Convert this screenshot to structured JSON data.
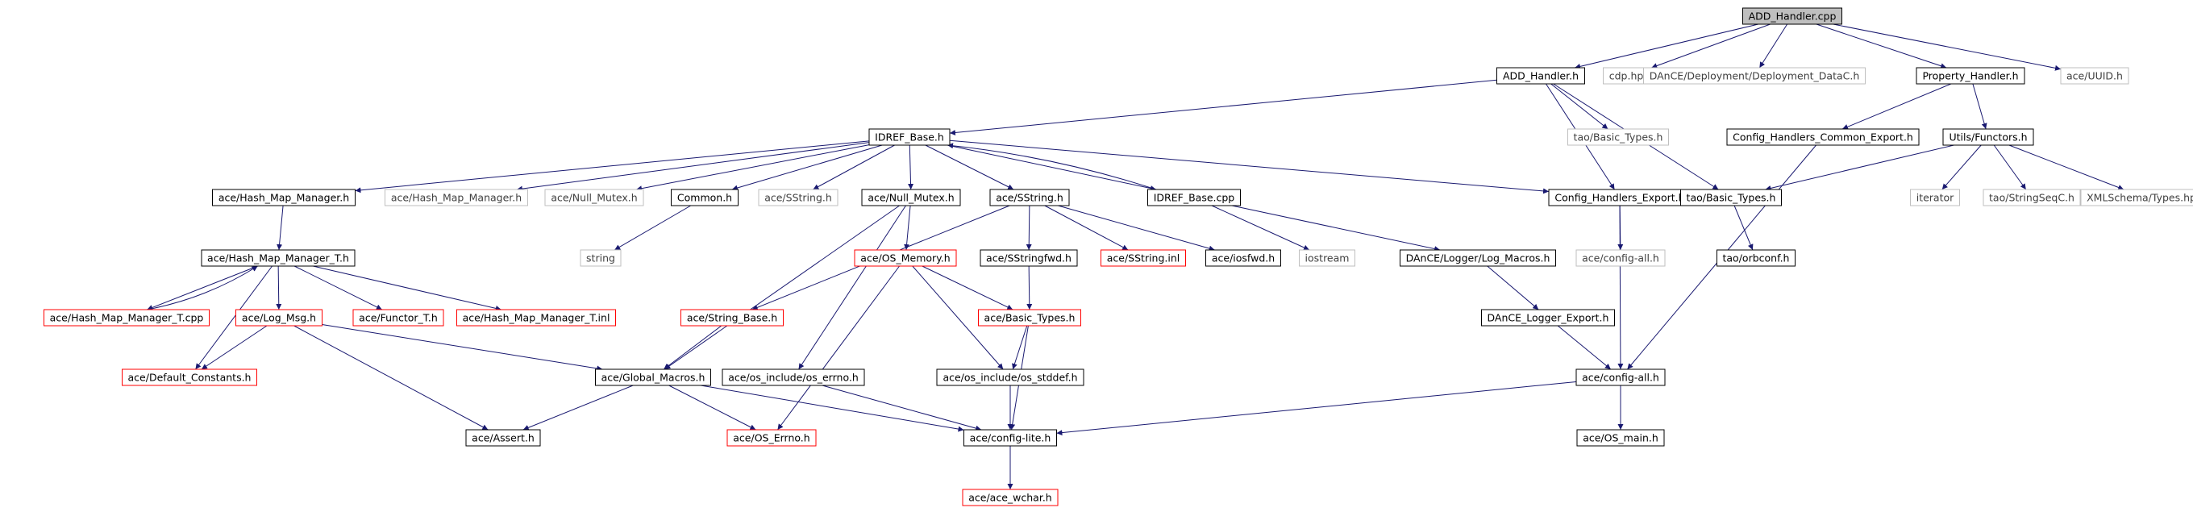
{
  "colors": {
    "background": "#ffffff",
    "edge": "#191970",
    "border_normal": "#000000",
    "border_missing": "#bfbfbf",
    "border_truncated": "#ff0000",
    "root_fill": "#bfbfbf",
    "text": "#000000",
    "text_missing": "#404040"
  },
  "graph": {
    "nodes": [
      {
        "id": "root",
        "label": "ADD_Handler.cpp",
        "style": "root"
      },
      {
        "id": "addh",
        "label": "ADD_Handler.h",
        "style": "normal"
      },
      {
        "id": "cdp",
        "label": "cdp.hpp",
        "style": "missing"
      },
      {
        "id": "depdata",
        "label": "DAnCE/Deployment/Deployment_DataC.h",
        "style": "missing"
      },
      {
        "id": "proph",
        "label": "Property_Handler.h",
        "style": "normal"
      },
      {
        "id": "uuid",
        "label": "ace/UUID.h",
        "style": "missing"
      },
      {
        "id": "idrefb",
        "label": "IDREF_Base.h",
        "style": "normal"
      },
      {
        "id": "taobt1",
        "label": "tao/Basic_Types.h",
        "style": "missing"
      },
      {
        "id": "chce",
        "label": "Config_Handlers_Common_Export.h",
        "style": "normal"
      },
      {
        "id": "utilsf",
        "label": "Utils/Functors.h",
        "style": "normal"
      },
      {
        "id": "hmm",
        "label": "ace/Hash_Map_Manager.h",
        "style": "normal"
      },
      {
        "id": "hmm2",
        "label": "ace/Hash_Map_Manager.h",
        "style": "missing"
      },
      {
        "id": "nullm1",
        "label": "ace/Null_Mutex.h",
        "style": "missing"
      },
      {
        "id": "common",
        "label": "Common.h",
        "style": "normal"
      },
      {
        "id": "sstr1",
        "label": "ace/SString.h",
        "style": "missing"
      },
      {
        "id": "nullm2",
        "label": "ace/Null_Mutex.h",
        "style": "normal"
      },
      {
        "id": "sstr2",
        "label": "ace/SString.h",
        "style": "normal"
      },
      {
        "id": "idrefcpp",
        "label": "IDREF_Base.cpp",
        "style": "normal"
      },
      {
        "id": "chexp",
        "label": "Config_Handlers_Export.h",
        "style": "normal"
      },
      {
        "id": "taobt2",
        "label": "tao/Basic_Types.h",
        "style": "normal"
      },
      {
        "id": "iterator",
        "label": "iterator",
        "style": "missing"
      },
      {
        "id": "strseq",
        "label": "tao/StringSeqC.h",
        "style": "missing"
      },
      {
        "id": "xmltypes",
        "label": "XMLSchema/Types.hpp",
        "style": "missing"
      },
      {
        "id": "hmmt",
        "label": "ace/Hash_Map_Manager_T.h",
        "style": "normal"
      },
      {
        "id": "string",
        "label": "string",
        "style": "missing"
      },
      {
        "id": "osmem",
        "label": "ace/OS_Memory.h",
        "style": "truncated"
      },
      {
        "id": "sstrfwd",
        "label": "ace/SStringfwd.h",
        "style": "normal"
      },
      {
        "id": "sstrinl",
        "label": "ace/SString.inl",
        "style": "truncated"
      },
      {
        "id": "iosfwd",
        "label": "ace/iosfwd.h",
        "style": "normal"
      },
      {
        "id": "iostream",
        "label": "iostream",
        "style": "missing"
      },
      {
        "id": "logmac",
        "label": "DAnCE/Logger/Log_Macros.h",
        "style": "normal"
      },
      {
        "id": "cfgall1",
        "label": "ace/config-all.h",
        "style": "missing"
      },
      {
        "id": "orbconf",
        "label": "tao/orbconf.h",
        "style": "normal"
      },
      {
        "id": "hmmtcpp",
        "label": "ace/Hash_Map_Manager_T.cpp",
        "style": "truncated"
      },
      {
        "id": "logmsg",
        "label": "ace/Log_Msg.h",
        "style": "truncated"
      },
      {
        "id": "functor",
        "label": "ace/Functor_T.h",
        "style": "truncated"
      },
      {
        "id": "hmmtinl",
        "label": "ace/Hash_Map_Manager_T.inl",
        "style": "truncated"
      },
      {
        "id": "strbase",
        "label": "ace/String_Base.h",
        "style": "truncated"
      },
      {
        "id": "basictypes",
        "label": "ace/Basic_Types.h",
        "style": "truncated"
      },
      {
        "id": "dancelogexp",
        "label": "DAnCE_Logger_Export.h",
        "style": "normal"
      },
      {
        "id": "defconst",
        "label": "ace/Default_Constants.h",
        "style": "truncated"
      },
      {
        "id": "globmac",
        "label": "ace/Global_Macros.h",
        "style": "normal"
      },
      {
        "id": "oserrno",
        "label": "ace/os_include/os_errno.h",
        "style": "normal"
      },
      {
        "id": "osstddef",
        "label": "ace/os_include/os_stddef.h",
        "style": "normal"
      },
      {
        "id": "cfgall2",
        "label": "ace/config-all.h",
        "style": "normal"
      },
      {
        "id": "assert",
        "label": "ace/Assert.h",
        "style": "normal"
      },
      {
        "id": "oserrno2",
        "label": "ace/OS_Errno.h",
        "style": "truncated"
      },
      {
        "id": "cfglite",
        "label": "ace/config-lite.h",
        "style": "normal"
      },
      {
        "id": "osmain",
        "label": "ace/OS_main.h",
        "style": "normal"
      },
      {
        "id": "wchar",
        "label": "ace/ace_wchar.h",
        "style": "truncated"
      }
    ],
    "edges": [
      {
        "from": "root",
        "to": "addh"
      },
      {
        "from": "root",
        "to": "cdp"
      },
      {
        "from": "root",
        "to": "depdata"
      },
      {
        "from": "root",
        "to": "proph"
      },
      {
        "from": "root",
        "to": "uuid"
      },
      {
        "from": "addh",
        "to": "idrefb"
      },
      {
        "from": "addh",
        "to": "taobt1"
      },
      {
        "from": "addh",
        "to": "chexp"
      },
      {
        "from": "addh",
        "to": "taobt2"
      },
      {
        "from": "proph",
        "to": "chce"
      },
      {
        "from": "proph",
        "to": "utilsf"
      },
      {
        "from": "idrefb",
        "to": "hmm"
      },
      {
        "from": "idrefb",
        "to": "hmm2"
      },
      {
        "from": "idrefb",
        "to": "nullm1"
      },
      {
        "from": "idrefb",
        "to": "common"
      },
      {
        "from": "idrefb",
        "to": "sstr1"
      },
      {
        "from": "idrefb",
        "to": "nullm2"
      },
      {
        "from": "idrefb",
        "to": "sstr2"
      },
      {
        "from": "idrefb",
        "to": "idrefcpp"
      },
      {
        "from": "idrefcpp",
        "to": "idrefb"
      },
      {
        "from": "idrefb",
        "to": "chexp"
      },
      {
        "from": "utilsf",
        "to": "taobt2"
      },
      {
        "from": "utilsf",
        "to": "iterator"
      },
      {
        "from": "utilsf",
        "to": "strseq"
      },
      {
        "from": "utilsf",
        "to": "xmltypes"
      },
      {
        "from": "chce",
        "to": "cfgall2"
      },
      {
        "from": "hmm",
        "to": "hmmt"
      },
      {
        "from": "common",
        "to": "string"
      },
      {
        "from": "nullm2",
        "to": "osmem"
      },
      {
        "from": "nullm2",
        "to": "globmac"
      },
      {
        "from": "nullm2",
        "to": "oserrno"
      },
      {
        "from": "sstr2",
        "to": "sstrfwd"
      },
      {
        "from": "sstr2",
        "to": "sstrinl"
      },
      {
        "from": "sstr2",
        "to": "iosfwd"
      },
      {
        "from": "sstr2",
        "to": "strbase"
      },
      {
        "from": "idrefcpp",
        "to": "iostream"
      },
      {
        "from": "idrefcpp",
        "to": "logmac"
      },
      {
        "from": "chexp",
        "to": "cfgall1"
      },
      {
        "from": "chexp",
        "to": "cfgall2"
      },
      {
        "from": "taobt2",
        "to": "orbconf"
      },
      {
        "from": "hmmt",
        "to": "hmmtcpp"
      },
      {
        "from": "hmmtcpp",
        "to": "hmmt"
      },
      {
        "from": "hmmt",
        "to": "logmsg"
      },
      {
        "from": "hmmt",
        "to": "functor"
      },
      {
        "from": "hmmt",
        "to": "hmmtinl"
      },
      {
        "from": "hmmt",
        "to": "defconst"
      },
      {
        "from": "osmem",
        "to": "basictypes"
      },
      {
        "from": "osmem",
        "to": "osstddef"
      },
      {
        "from": "osmem",
        "to": "oserrno2"
      },
      {
        "from": "sstrfwd",
        "to": "basictypes"
      },
      {
        "from": "logmac",
        "to": "dancelogexp"
      },
      {
        "from": "dancelogexp",
        "to": "cfgall2"
      },
      {
        "from": "logmsg",
        "to": "defconst"
      },
      {
        "from": "logmsg",
        "to": "globmac"
      },
      {
        "from": "logmsg",
        "to": "assert"
      },
      {
        "from": "strbase",
        "to": "globmac"
      },
      {
        "from": "basictypes",
        "to": "osstddef"
      },
      {
        "from": "basictypes",
        "to": "cfglite"
      },
      {
        "from": "globmac",
        "to": "assert"
      },
      {
        "from": "globmac",
        "to": "oserrno2"
      },
      {
        "from": "globmac",
        "to": "cfglite"
      },
      {
        "from": "oserrno",
        "to": "cfglite"
      },
      {
        "from": "osstddef",
        "to": "cfglite"
      },
      {
        "from": "cfgall2",
        "to": "cfglite"
      },
      {
        "from": "cfgall2",
        "to": "osmain"
      },
      {
        "from": "cfglite",
        "to": "wchar"
      }
    ]
  }
}
